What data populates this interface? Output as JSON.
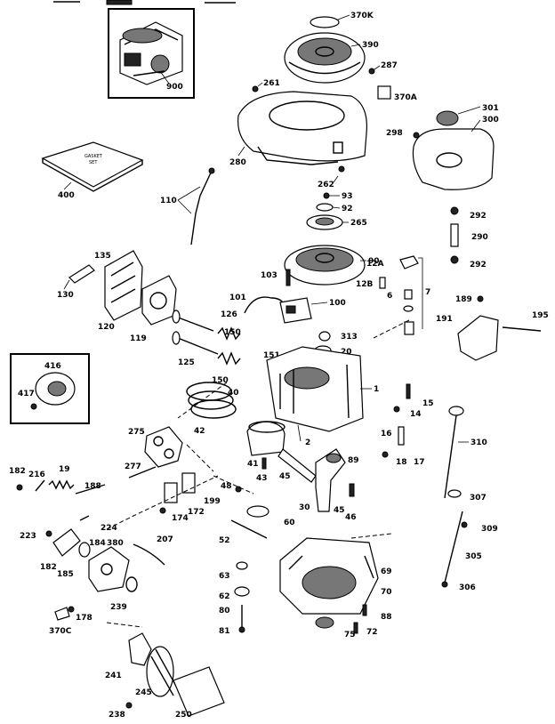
{
  "parts": {
    "p370K": "370K",
    "p390": "390",
    "p287": "287",
    "p900": "900",
    "p261": "261",
    "p370A": "370A",
    "p301": "301",
    "p300": "300",
    "p298": "298",
    "p280": "280",
    "p400": "400",
    "p262": "262",
    "p93": "93",
    "p92": "92",
    "p265": "265",
    "p110": "110",
    "p292a": "292",
    "p290": "290",
    "p292b": "292",
    "p135": "135",
    "p90": "90",
    "p12A": "12A",
    "p103": "103",
    "p12B": "12B",
    "p7": "7",
    "p130": "130",
    "p6": "6",
    "p189": "189",
    "p101": "101",
    "p100": "100",
    "p120": "120",
    "p119": "119",
    "p126": "126",
    "p191": "191",
    "p195": "195",
    "p313": "313",
    "p150a": "150",
    "p125": "125",
    "p20": "20",
    "p151": "151",
    "p416": "416",
    "p150b": "150",
    "p1": "1",
    "p417": "417",
    "p40": "40",
    "p15": "15",
    "p14": "14",
    "p42": "42",
    "p275": "275",
    "p16": "16",
    "p310": "310",
    "p2": "2",
    "p89": "89",
    "p18": "18",
    "p17": "17",
    "p277": "277",
    "p41": "41",
    "p45a": "45",
    "p43": "43",
    "p182a": "182",
    "p216": "216",
    "p19": "19",
    "p188": "188",
    "p199": "199",
    "p307": "307",
    "p48": "48",
    "p172": "172",
    "p30": "30",
    "p45b": "45",
    "p174": "174",
    "p46": "46",
    "p224": "224",
    "p60": "60",
    "p309": "309",
    "p223": "223",
    "p380": "380",
    "p207": "207",
    "p184": "184",
    "p182b": "182",
    "p52": "52",
    "p185": "185",
    "p305": "305",
    "p69": "69",
    "p63": "63",
    "p239": "239",
    "p306": "306",
    "p62": "62",
    "p70": "70",
    "p178": "178",
    "p80": "80",
    "p370C": "370C",
    "p88": "88",
    "p81": "81",
    "p75": "75",
    "p72": "72",
    "p241": "241",
    "p245": "245",
    "p238": "238",
    "p250": "250"
  },
  "gasket_set_text": [
    "GASKET",
    "SET"
  ]
}
